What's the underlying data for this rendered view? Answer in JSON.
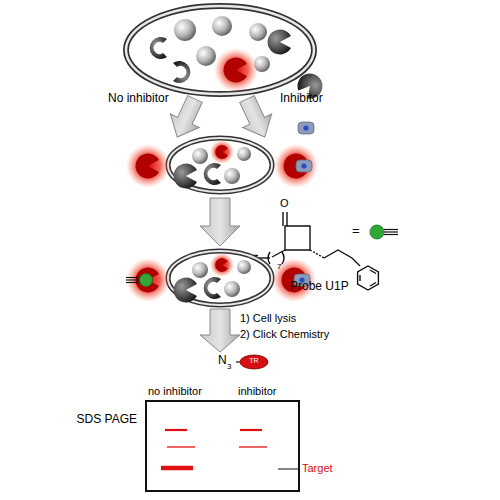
{
  "diagram": {
    "nodes": [
      {
        "text": [
          "SDS PAGE"
        ]
      }
    ],
    "labels": [
      "No inhibitor",
      "Inhibitor",
      "O",
      "7",
      "=",
      "Probe U1P",
      "1) Cell lysis",
      "2) Click Chemistry",
      "N",
      "3",
      "TR",
      "no inhibitor",
      "inhibitor",
      "Target"
    ]
  }
}
